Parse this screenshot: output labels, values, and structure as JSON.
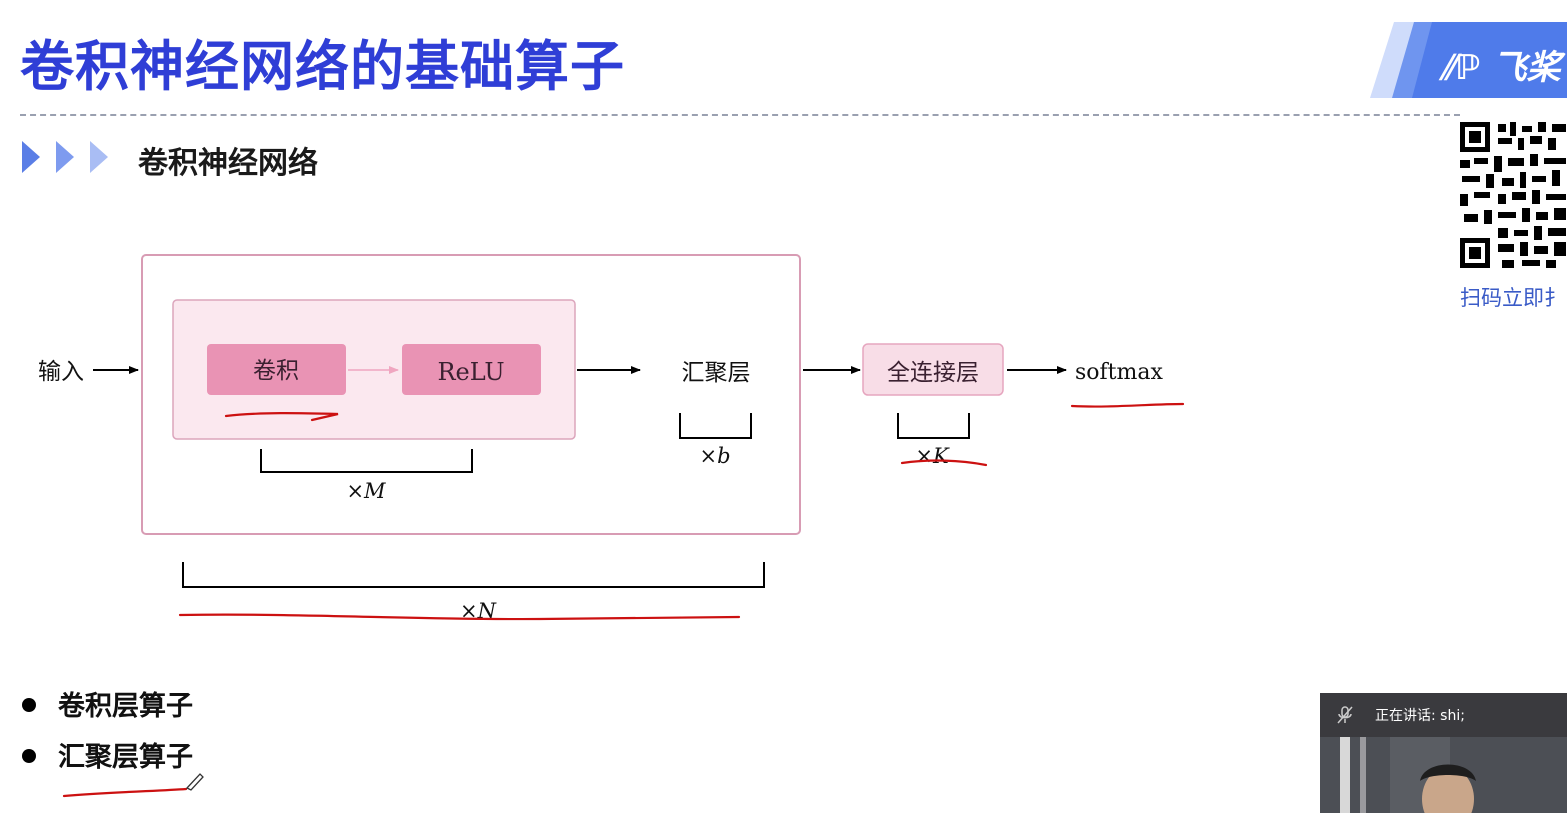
{
  "slide": {
    "title": "卷积神经网络的基础算子",
    "section_title": "卷积神经网络"
  },
  "logo": {
    "text": "飞桨",
    "icon": "paddle-logo-icon",
    "color": "#4f7bea"
  },
  "qr": {
    "caption": "扫码立即扌",
    "icon": "qr-code-icon"
  },
  "diagram": {
    "input_label": "输入",
    "conv_label": "卷积",
    "relu_label": "ReLU",
    "pool_label": "汇聚层",
    "fc_label": "全连接层",
    "softmax_label": "softmax",
    "repeat_m": "×M",
    "repeat_n": "×N",
    "repeat_b": "×b",
    "repeat_k": "×K"
  },
  "bullets": [
    {
      "label": "卷积层算子"
    },
    {
      "label": "汇聚层算子"
    }
  ],
  "meeting": {
    "speaking_label": "正在讲话: shi;",
    "mic_icon": "microphone-muted-icon"
  },
  "colors": {
    "title_blue": "#2f3ed6",
    "outer_box_border": "#d89cb4",
    "inner_box_fill": "#fbe8ef",
    "op_box_fill": "#e993b4",
    "annotation_red": "#cc1111"
  }
}
